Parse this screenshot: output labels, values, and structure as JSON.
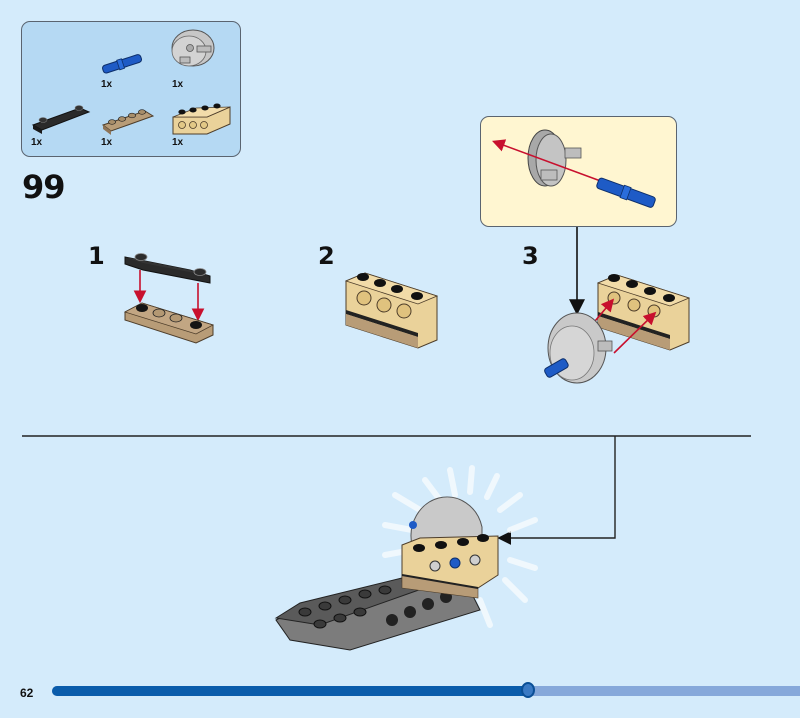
{
  "parts_list": {
    "items": [
      {
        "name": "blue-friction-pin-axle",
        "qty": "1x"
      },
      {
        "name": "light-gray-wheel-hub",
        "qty": "1x"
      },
      {
        "name": "black-plate-1x4-two-studs",
        "qty": "1x"
      },
      {
        "name": "dark-tan-plate-1x4",
        "qty": "1x"
      },
      {
        "name": "tan-technic-brick-1x4",
        "qty": "1x"
      }
    ]
  },
  "step": {
    "number": "99",
    "substeps": [
      {
        "label": "1"
      },
      {
        "label": "2"
      },
      {
        "label": "3"
      }
    ]
  },
  "footer": {
    "page_number": "62",
    "progress_fraction": 0.636
  },
  "colors": {
    "background": "#d4ebfb",
    "parts_box": "#b5d9f3",
    "callout_box": "#fff6d1",
    "arrow_red": "#c8102e",
    "progress_fill": "#0a5cab",
    "progress_track": "#86a8da"
  }
}
